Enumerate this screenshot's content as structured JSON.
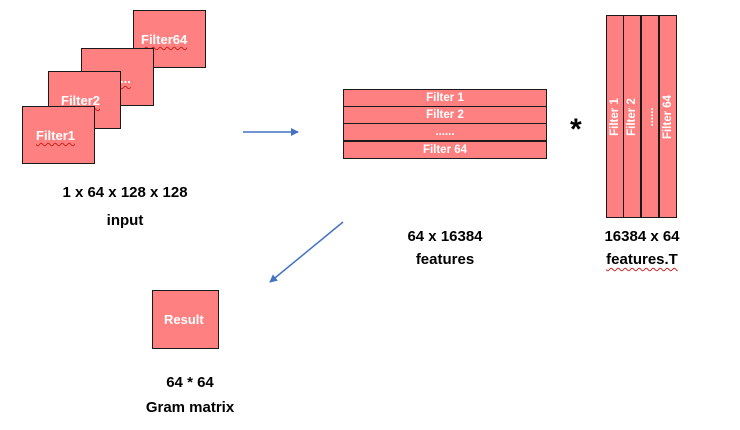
{
  "input_stack": {
    "labels": [
      "Filter64",
      "...",
      "Filter2",
      "Filter1"
    ]
  },
  "input_caption": {
    "dims": "1 x 64 x 128 x 128",
    "name": "input"
  },
  "features": {
    "rows": [
      "Filter 1",
      "Filter 2",
      "......",
      "Filter 64"
    ],
    "dims": "64 x 16384",
    "name": "features"
  },
  "multiply_symbol": "*",
  "features_t": {
    "cols": [
      "Filter 1",
      "Filter 2",
      "......",
      "Filter 64"
    ],
    "dims": "16384 x 64",
    "name": "features.T"
  },
  "result": {
    "label": "Result",
    "dims": "64 * 64",
    "name": "Gram matrix"
  },
  "colors": {
    "box_fill": "#ff8080",
    "arrow": "#4472c4"
  }
}
